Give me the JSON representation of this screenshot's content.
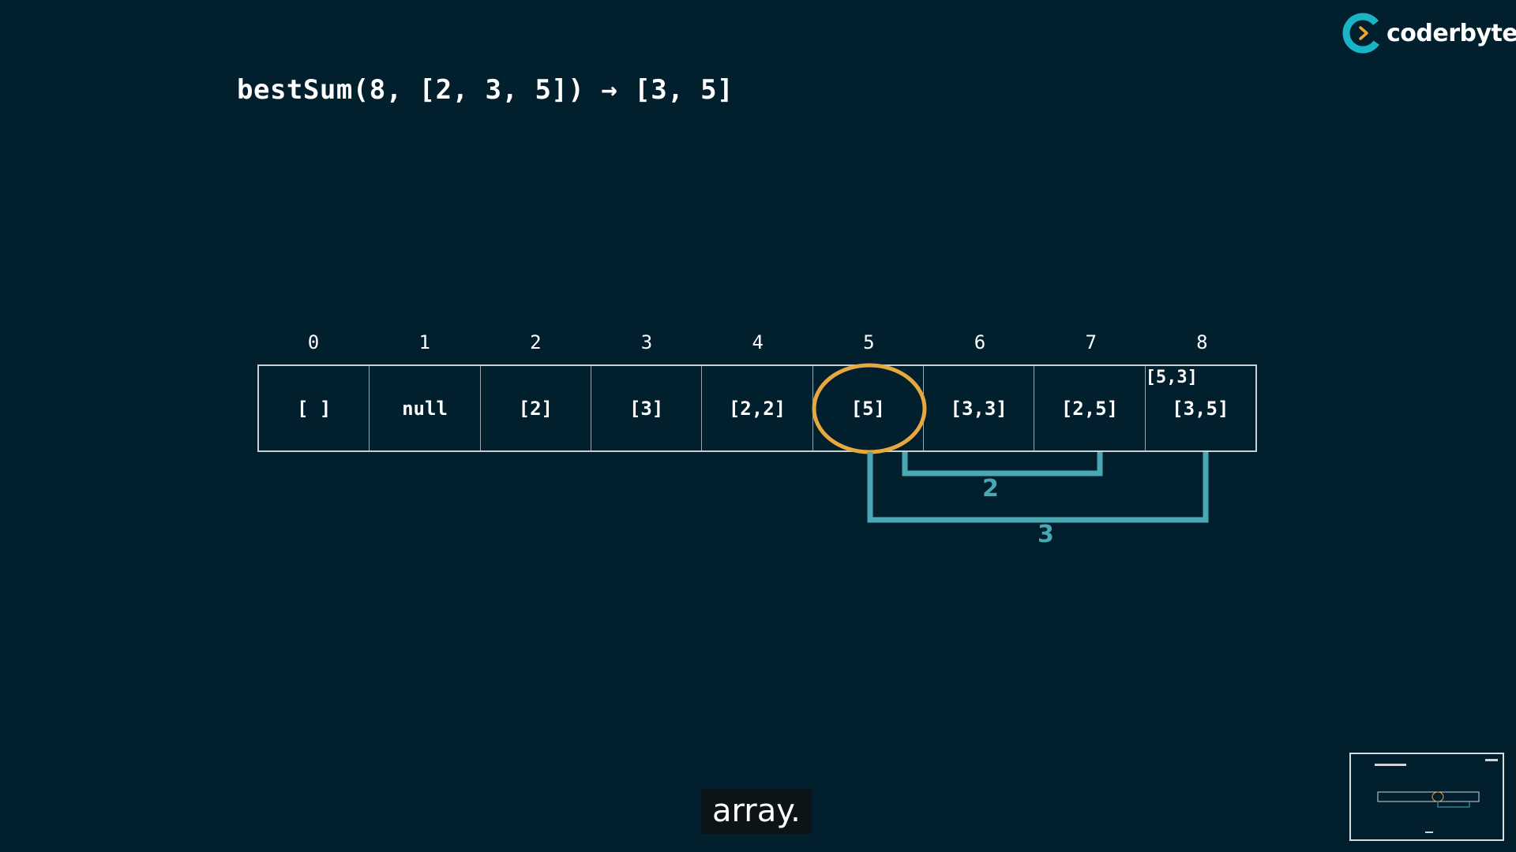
{
  "header": {
    "title": "bestSum(8, [2, 3, 5]) → [3, 5]"
  },
  "brand": {
    "name": "coderbyte",
    "icon": "coderbyte-logo-icon",
    "accent_color": "#19b5c6",
    "arrow_color": "#f5a52b"
  },
  "table": {
    "indices": [
      "0",
      "1",
      "2",
      "3",
      "4",
      "5",
      "6",
      "7",
      "8"
    ],
    "cells": [
      "[ ]",
      "null",
      "[2]",
      "[3]",
      "[2,2]",
      "[5]",
      "[3,3]",
      "[2,5]",
      "[3,5]"
    ],
    "extra_label": "[5,3]",
    "highlighted_index": 5,
    "highlight_color": "#e8a840"
  },
  "brackets": [
    {
      "label": "2",
      "color": "#4aa8b4"
    },
    {
      "label": "3",
      "color": "#4aa8b4"
    }
  ],
  "caption": {
    "text": "array."
  }
}
